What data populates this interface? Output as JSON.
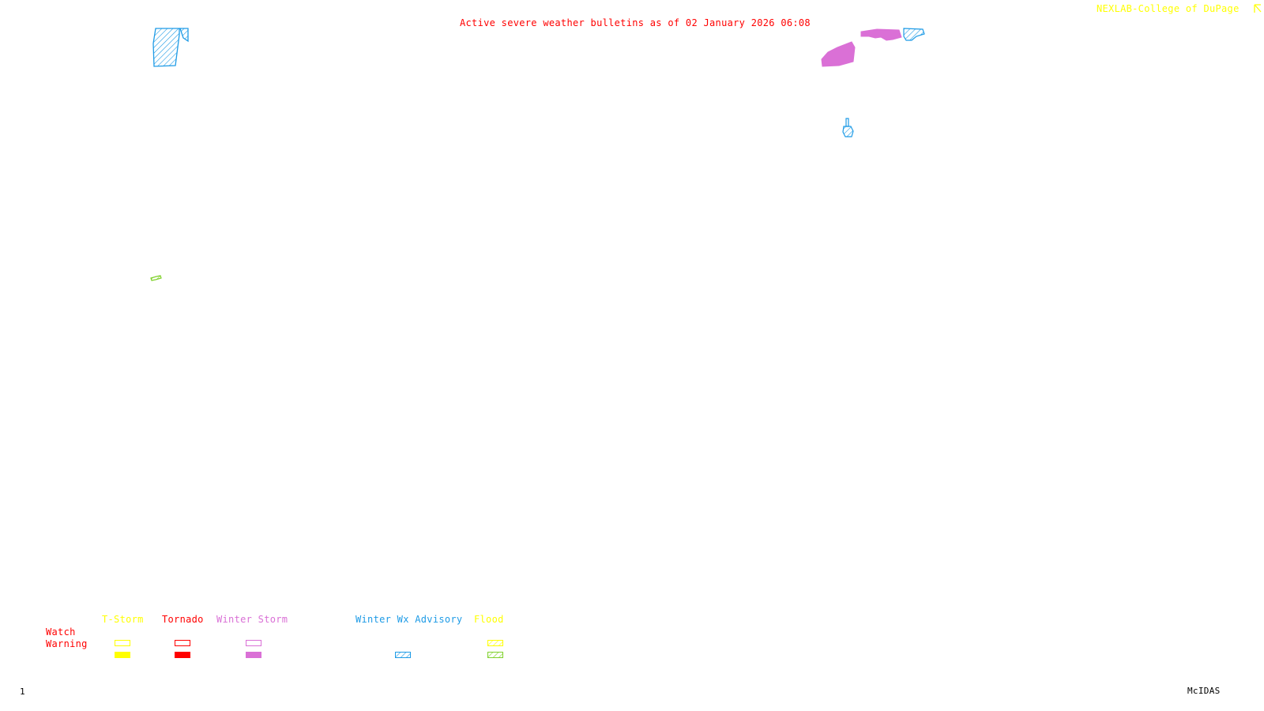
{
  "header": {
    "title": "Active severe weather bulletins as of 02 January 2026 06:08",
    "credit": "NEXLAB-College of DuPage",
    "credit_icon": "arrow-corner-icon"
  },
  "legend": {
    "row_labels": {
      "watch": "Watch",
      "warning": "Warning"
    },
    "categories": [
      {
        "id": "tstorm",
        "label": "T-Storm",
        "color": "#ffff00",
        "watch": "outline",
        "warning": "solid"
      },
      {
        "id": "tornado",
        "label": "Tornado",
        "color": "#ff0000",
        "watch": "outline",
        "warning": "solid"
      },
      {
        "id": "winter-storm",
        "label": "Winter Storm",
        "color": "#da70d6",
        "watch": "outline",
        "warning": "solid"
      },
      {
        "id": "winter-wx-advisory",
        "label": "Winter Wx Advisory",
        "color": "#1e9be6",
        "watch": "none",
        "warning": "hatched"
      },
      {
        "id": "flood",
        "label": "Flood",
        "color": "#ffff00",
        "warning_color": "#7fd12a",
        "watch": "hatched",
        "warning": "hatched"
      }
    ]
  },
  "alerts": [
    {
      "type": "Winter Wx Advisory",
      "style": "hatched",
      "color": "#1e9be6",
      "region": "northwest"
    },
    {
      "type": "Winter Storm Warning",
      "style": "solid",
      "color": "#da70d6",
      "region": "northeast"
    },
    {
      "type": "Winter Storm Warning",
      "style": "solid",
      "color": "#da70d6",
      "region": "northeast"
    },
    {
      "type": "Winter Wx Advisory",
      "style": "hatched",
      "color": "#1e9be6",
      "region": "northeast"
    },
    {
      "type": "Winter Wx Advisory",
      "style": "hatched",
      "color": "#1e9be6",
      "region": "east"
    },
    {
      "type": "Flood Warning",
      "style": "hatched",
      "color": "#7fd12a",
      "region": "west"
    }
  ],
  "footer": {
    "frame_number": "1",
    "software": "McIDAS"
  }
}
